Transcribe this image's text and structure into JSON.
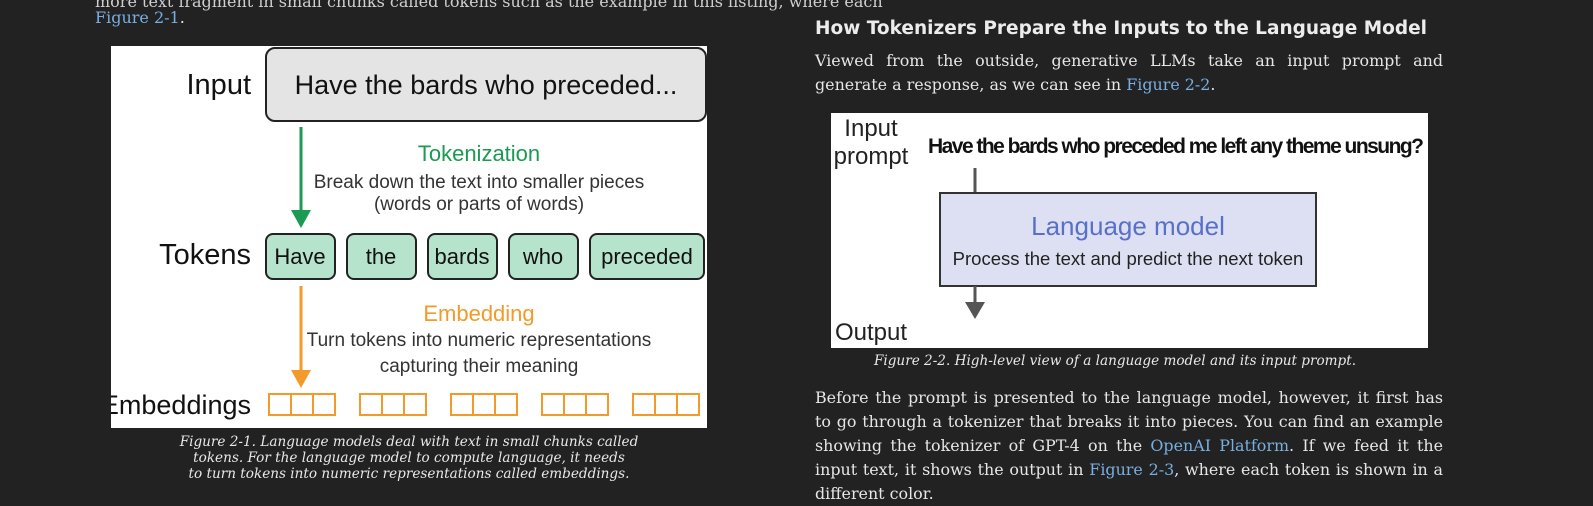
{
  "left_page": {
    "top_fragment": "more text fragment in small chunks called tokens such as the example in this listing, where each",
    "top_line_link": "Figure 2-1",
    "top_line_end": ".",
    "figure": {
      "input_label": "Input",
      "input_text": "Have the bards who preceded...",
      "tokenization_title": "Tokenization",
      "tokenization_desc_1": "Break down the text into smaller pieces",
      "tokenization_desc_2": "(words or parts of words)",
      "tokens_label": "Tokens",
      "tokens": [
        "Have",
        "the",
        "bards",
        "who",
        "preceded"
      ],
      "embedding_title": "Embedding",
      "embedding_desc_1": "Turn tokens into numeric representations",
      "embedding_desc_2": "capturing their meaning",
      "embeddings_label": "Embeddings"
    },
    "caption_lines": [
      "Figure 2-1. Language models deal with text in small chunks called",
      "tokens. For the language model to compute language, it needs",
      "to turn tokens into numeric representations called embeddings."
    ]
  },
  "right_page": {
    "heading": "How Tokenizers Prepare the Inputs to the Language Model",
    "para1_text": "Viewed from the outside, generative LLMs take an input prompt and generate a response, as we can see in ",
    "para1_link": "Figure 2-2",
    "para1_end": ".",
    "figure": {
      "input_label_1": "Input",
      "input_label_2": "prompt",
      "prompt_text": "Have the bards who preceded me left any theme unsung?",
      "model_title": "Language model",
      "model_desc": "Process the text and predict the next token",
      "output_label": "Output"
    },
    "caption": "Figure 2-2. High-level view of a language model and its input prompt.",
    "para2_a": "Before the prompt is presented to the language model, however, it first has to go through a tokenizer that breaks it into pieces. You can find an example showing the tokenizer of GPT-4 on the ",
    "para2_link1": "OpenAI Platform",
    "para2_b": ". If we feed it the input text, it shows the output in ",
    "para2_link2": "Figure 2-3",
    "para2_c": ", where each token is shown in a different color."
  },
  "colors": {
    "background": "#222222",
    "link": "#79aee0",
    "token_fill": "#b6e3cb",
    "tokenization_green": "#1a9a52",
    "embedding_orange": "#f39a2a",
    "model_fill": "#dde0f2",
    "model_title_blue": "#5a6fc8"
  }
}
